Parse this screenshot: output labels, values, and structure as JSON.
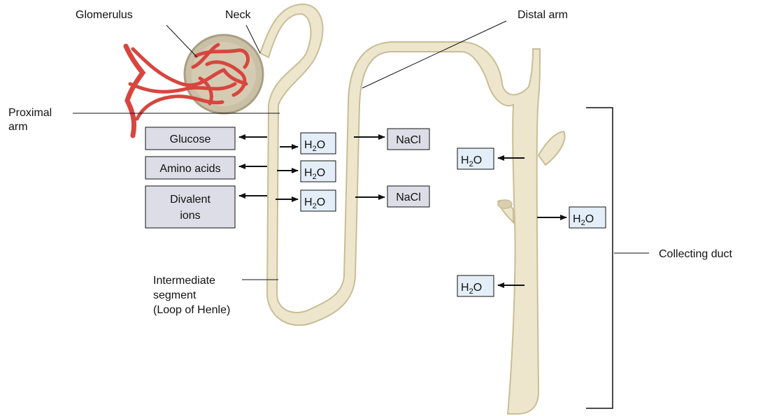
{
  "labels": {
    "glomerulus": "Glomerulus",
    "neck": "Neck",
    "distal_arm": "Distal arm",
    "proximal_line1": "Proximal",
    "proximal_line2": "arm",
    "collecting_duct": "Collecting duct",
    "intermediate_line1": "Intermediate",
    "intermediate_line2": "segment",
    "intermediate_line3": "(Loop of Henle)"
  },
  "solute_boxes": {
    "glucose": "Glucose",
    "amino_acids": "Amino acids",
    "divalent_line1": "Divalent",
    "divalent_line2": "ions",
    "nacl_upper": "NaCl",
    "nacl_lower": "NaCl"
  },
  "water": {
    "h": "H",
    "sub": "2",
    "o": "O"
  },
  "colors": {
    "tubule": "#ede6cc",
    "tubule_edge": "#c9bd96",
    "glomerulus_vessel": "#d8453f",
    "capsule": "#c9c0a6",
    "solute_box_fill": "#dcdde6",
    "water_box_fill": "#e3eef8"
  }
}
